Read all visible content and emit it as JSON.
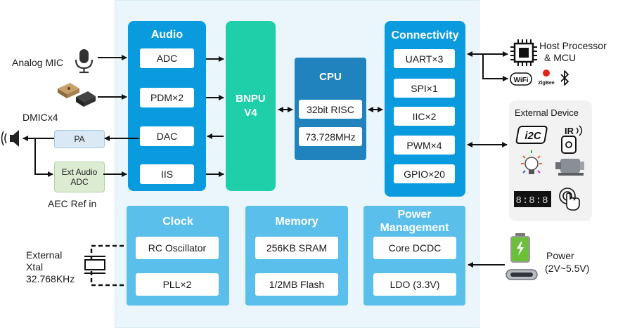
{
  "audio": {
    "title": "Audio",
    "items": [
      "ADC",
      "PDM×2",
      "DAC",
      "IIS"
    ]
  },
  "bnpu": {
    "line1": "BNPU",
    "line2": "V4"
  },
  "cpu": {
    "title": "CPU",
    "items": [
      "32bit RISC",
      "73.728MHz"
    ]
  },
  "connectivity": {
    "title": "Connectivity",
    "items": [
      "UART×3",
      "SPI×1",
      "IIC×2",
      "PWM×4",
      "GPIO×20"
    ]
  },
  "clock": {
    "title": "Clock",
    "items": [
      "RC Oscillator",
      "PLL×2"
    ]
  },
  "memory": {
    "title": "Memory",
    "items": [
      "256KB SRAM",
      "1/2MB Flash"
    ]
  },
  "power_mgmt": {
    "title_line1": "Power",
    "title_line2": "Management",
    "items": [
      "Core DCDC",
      "LDO (3.3V)"
    ]
  },
  "left": {
    "analog_mic": "Analog MIC",
    "dmic": "DMICx4",
    "pa": "PA",
    "ext_audio_adc_1": "Ext Audio",
    "ext_audio_adc_2": "ADC",
    "aec": "AEC Ref in",
    "xtal_1": "External",
    "xtal_2": "Xtal",
    "xtal_3": "32.768KHz"
  },
  "right": {
    "host_1": "Host Processor",
    "host_2": "& MCU",
    "wifi": "WiFi",
    "zigbee": "ZigBee",
    "external_device": "External Device",
    "i2c_logo": "i2C",
    "ir": "IR",
    "segment_display": "8:8:8",
    "power_1": "Power",
    "power_2": "(2V~5.5V)"
  },
  "colors": {
    "chip_bg": "#eaf6fc",
    "block_blue": "#0a9bde",
    "block_light": "#5bbfeb",
    "cpu": "#2183bd",
    "bnpu": "#1ecfa9"
  }
}
